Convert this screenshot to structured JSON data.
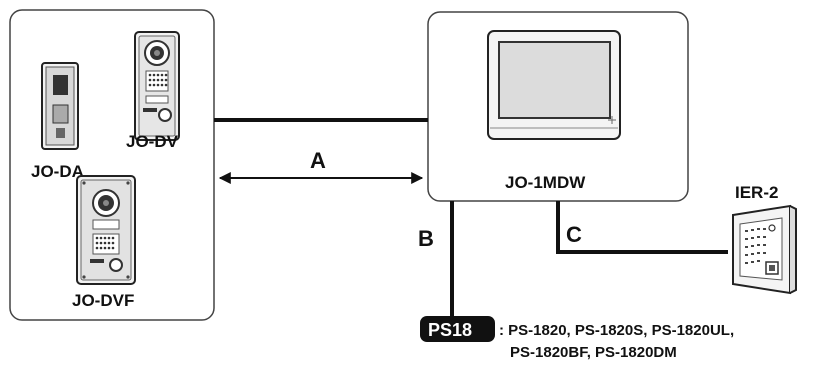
{
  "stations": {
    "jo_da": {
      "label": "JO-DA"
    },
    "jo_dv": {
      "label": "JO-DV"
    },
    "jo_dvf": {
      "label": "JO-DVF"
    },
    "jo_1mdw": {
      "label": "JO-1MDW"
    },
    "ier_2": {
      "label": "IER-2"
    }
  },
  "wires": {
    "a": {
      "label": "A"
    },
    "b": {
      "label": "B"
    },
    "c": {
      "label": "C"
    }
  },
  "power_supply": {
    "badge": "PS18",
    "models_line1": ": PS-1820, PS-1820S, PS-1820UL,",
    "models_line2": "PS-1820BF, PS-1820DM"
  },
  "colors": {
    "line": "#111111",
    "badge_bg": "#111111",
    "badge_text": "#ffffff"
  }
}
